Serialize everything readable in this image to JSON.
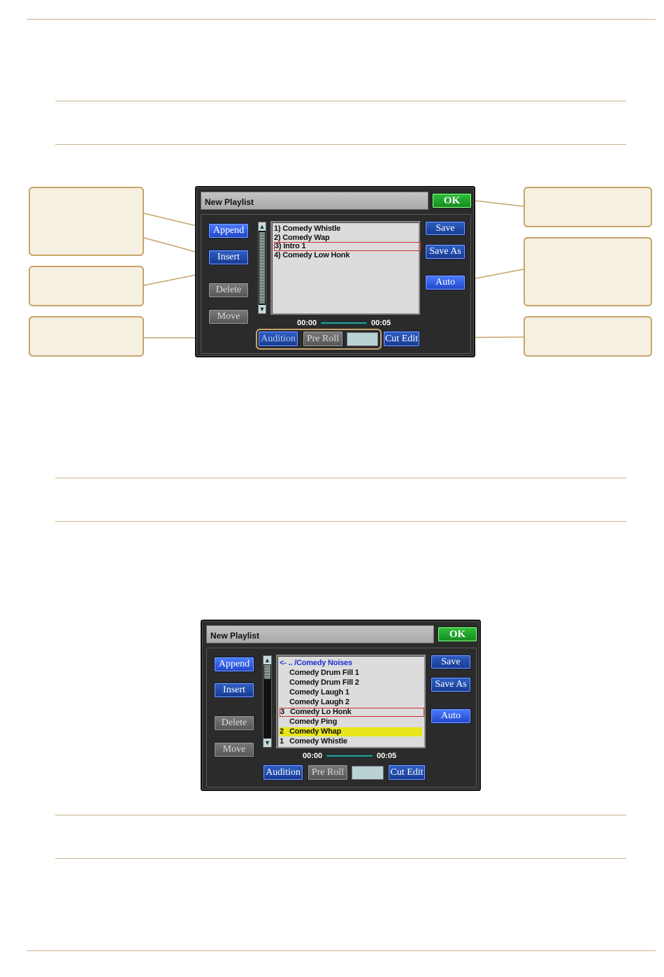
{
  "figure1": {
    "dialog": {
      "title": "New Playlist",
      "ok_label": "OK",
      "append_label": "Append",
      "insert_label": "Insert",
      "delete_label": "Delete",
      "move_label": "Move",
      "save_label": "Save",
      "save_as_label": "Save As",
      "auto_label": "Auto",
      "audition_label": "Audition",
      "pre_roll_label": "Pre Roll",
      "cut_edit_label": "Cut Edit",
      "time_start": "00:00",
      "time_end": "00:05",
      "items": [
        {
          "text": "1) Comedy  Whistle"
        },
        {
          "text": "2) Comedy  Wap"
        },
        {
          "text": "3) Intro 1"
        },
        {
          "text": "4) Comedy  Low  Honk"
        }
      ],
      "selected_index": 2
    }
  },
  "figure2": {
    "dialog": {
      "title": "New Playlist",
      "ok_label": "OK",
      "append_label": "Append",
      "insert_label": "Insert",
      "delete_label": "Delete",
      "move_label": "Move",
      "save_label": "Save",
      "save_as_label": "Save As",
      "auto_label": "Auto",
      "audition_label": "Audition",
      "pre_roll_label": "Pre Roll",
      "cut_edit_label": "Cut Edit",
      "time_start": "00:00",
      "time_end": "00:05",
      "items": [
        {
          "num": "",
          "text": "<- .. /Comedy Noises"
        },
        {
          "num": "",
          "text": "Comedy Drum Fill 1"
        },
        {
          "num": "",
          "text": "Comedy Drum Fill 2"
        },
        {
          "num": "",
          "text": "Comedy Laugh 1"
        },
        {
          "num": "",
          "text": "Comedy Laugh 2"
        },
        {
          "num": "3",
          "text": "Comedy Lo Honk"
        },
        {
          "num": "",
          "text": "Comedy Ping"
        },
        {
          "num": "2",
          "text": "Comedy Whap"
        },
        {
          "num": "1",
          "text": "Comedy Whistle"
        }
      ]
    }
  },
  "colors": {
    "rule": "#c9b48a",
    "callout_border": "#c7a46a",
    "callout_fill": "#f6f0e2",
    "button_blue": "#2146c8",
    "ok_green": "#2fbf3a",
    "highlight_yellow": "#e8e61a",
    "selection_red": "#cc3333"
  },
  "icons": {
    "scroll_up": "scroll-up-arrow-icon",
    "scroll_down": "scroll-down-arrow-icon"
  }
}
